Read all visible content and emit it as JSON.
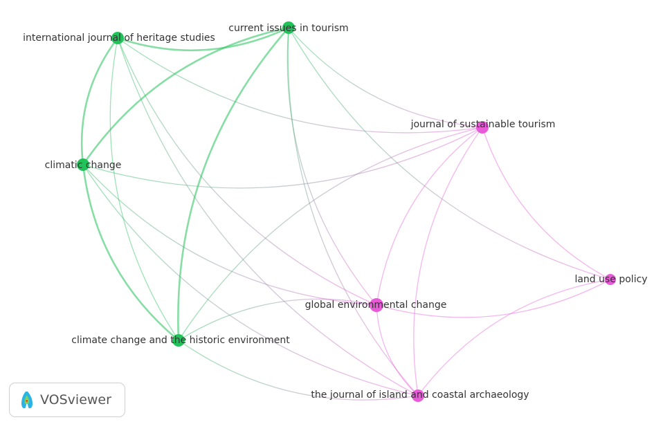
{
  "chart_data": {
    "type": "network",
    "nodes": [
      {
        "id": "ijhs",
        "label": "international journal of heritage studies",
        "cluster": "green"
      },
      {
        "id": "cit",
        "label": "current issues in tourism",
        "cluster": "green"
      },
      {
        "id": "jst",
        "label": "journal of sustainable tourism",
        "cluster": "pink"
      },
      {
        "id": "cc",
        "label": "climatic change",
        "cluster": "green"
      },
      {
        "id": "lup",
        "label": "land use policy",
        "cluster": "pink"
      },
      {
        "id": "gec",
        "label": "global environmental change",
        "cluster": "pink"
      },
      {
        "id": "cche",
        "label": "climate change and the historic environment",
        "cluster": "green"
      },
      {
        "id": "jica",
        "label": "the journal of island and coastal archaeology",
        "cluster": "pink"
      }
    ],
    "edges": [
      [
        "ijhs",
        "cit"
      ],
      [
        "ijhs",
        "cc"
      ],
      [
        "ijhs",
        "cche"
      ],
      [
        "ijhs",
        "gec"
      ],
      [
        "ijhs",
        "jst"
      ],
      [
        "ijhs",
        "jica"
      ],
      [
        "cit",
        "cc"
      ],
      [
        "cit",
        "cche"
      ],
      [
        "cit",
        "jst"
      ],
      [
        "cit",
        "gec"
      ],
      [
        "cit",
        "lup"
      ],
      [
        "cit",
        "jica"
      ],
      [
        "cc",
        "jst"
      ],
      [
        "cc",
        "cche"
      ],
      [
        "cc",
        "gec"
      ],
      [
        "cc",
        "jica"
      ],
      [
        "jst",
        "gec"
      ],
      [
        "jst",
        "jica"
      ],
      [
        "jst",
        "lup"
      ],
      [
        "jst",
        "cche"
      ],
      [
        "gec",
        "cche"
      ],
      [
        "gec",
        "lup"
      ],
      [
        "gec",
        "jica"
      ],
      [
        "lup",
        "jica"
      ],
      [
        "cche",
        "jica"
      ]
    ]
  },
  "logo": {
    "text": "VOSviewer"
  },
  "colors": {
    "green_cluster": "#22c25a",
    "pink_cluster": "#e85ad8"
  }
}
